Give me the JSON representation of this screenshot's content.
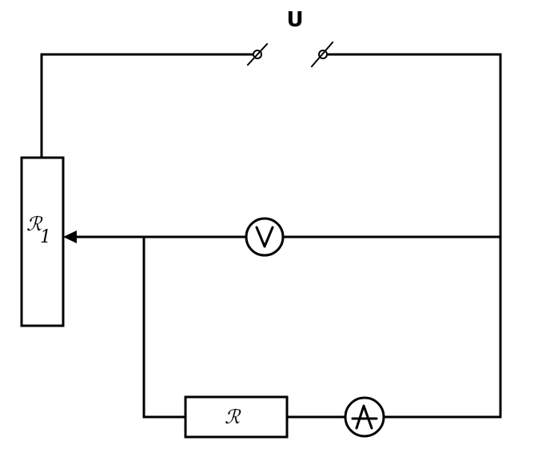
{
  "diagram": {
    "supply_label": "U",
    "rheostat_label": "ℛ",
    "rheostat_subscript": "1",
    "resistor_label": "ℛ",
    "voltmeter_symbol": "voltmeter",
    "ammeter_symbol": "ammeter"
  }
}
